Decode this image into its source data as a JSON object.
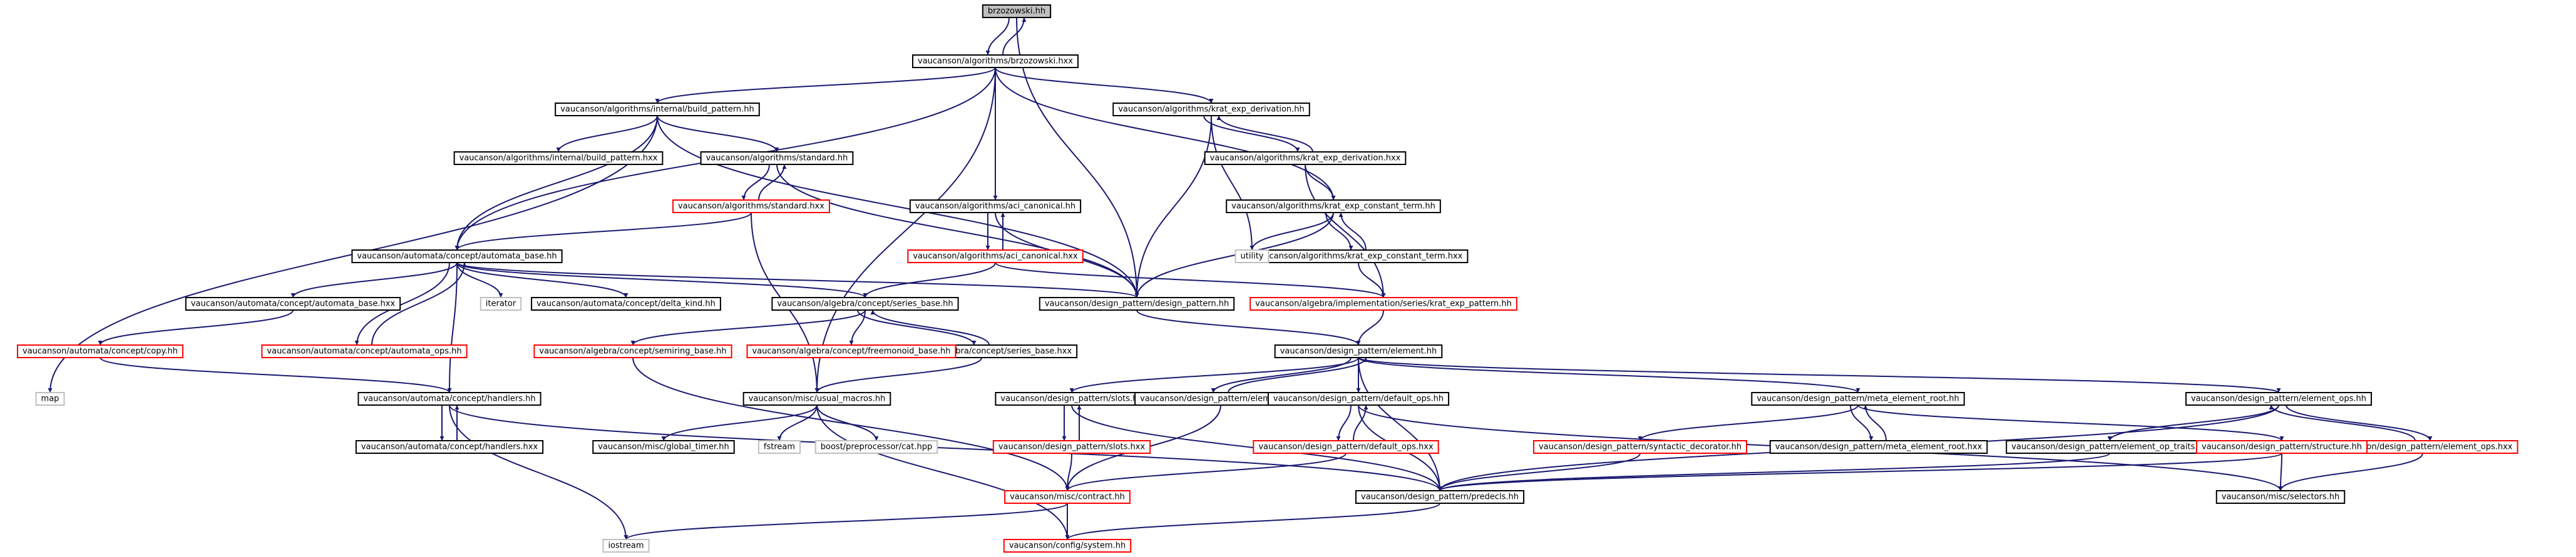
{
  "colors": {
    "edge": "#191970",
    "box_black": "#000000",
    "box_red": "#ff0000",
    "box_gray": "#bfbfbf",
    "root_fill": "#bfbfbf",
    "fill": "#ffffff"
  },
  "nodes": [
    {
      "id": "brz",
      "label": "brzozowski.hh",
      "border": "black",
      "root": true
    },
    {
      "id": "brzhxx",
      "label": "vaucanson/algorithms/brzozowski.hxx",
      "border": "black"
    },
    {
      "id": "buildpat",
      "label": "vaucanson/algorithms/internal/build_pattern.hh",
      "border": "black"
    },
    {
      "id": "buildpathxx",
      "label": "vaucanson/algorithms/internal/build_pattern.hxx",
      "border": "black"
    },
    {
      "id": "standard",
      "label": "vaucanson/algorithms/standard.hh",
      "border": "black"
    },
    {
      "id": "standardhxx",
      "label": "vaucanson/algorithms/standard.hxx",
      "border": "red"
    },
    {
      "id": "aci",
      "label": "vaucanson/algorithms/aci_canonical.hh",
      "border": "black"
    },
    {
      "id": "acihxx",
      "label": "vaucanson/algorithms/aci_canonical.hxx",
      "border": "red"
    },
    {
      "id": "kder",
      "label": "vaucanson/algorithms/krat_exp_derivation.hh",
      "border": "black"
    },
    {
      "id": "kderhxx",
      "label": "vaucanson/algorithms/krat_exp_derivation.hxx",
      "border": "black"
    },
    {
      "id": "kct",
      "label": "vaucanson/algorithms/krat_exp_constant_term.hh",
      "border": "black"
    },
    {
      "id": "kcthxx",
      "label": "vaucanson/algorithms/krat_exp_constant_term.hxx",
      "border": "black"
    },
    {
      "id": "utility",
      "label": "utility",
      "border": "gray"
    },
    {
      "id": "kratpat",
      "label": "vaucanson/algebra/implementation/series/krat_exp_pattern.hh",
      "border": "red"
    },
    {
      "id": "dpat",
      "label": "vaucanson/design_pattern/design_pattern.hh",
      "border": "black"
    },
    {
      "id": "abase",
      "label": "vaucanson/automata/concept/automata_base.hh",
      "border": "black"
    },
    {
      "id": "iterator",
      "label": "iterator",
      "border": "gray"
    },
    {
      "id": "delta",
      "label": "vaucanson/automata/concept/delta_kind.hh",
      "border": "black"
    },
    {
      "id": "abasehxx",
      "label": "vaucanson/automata/concept/automata_base.hxx",
      "border": "black"
    },
    {
      "id": "aops",
      "label": "vaucanson/automata/concept/automata_ops.hh",
      "border": "red"
    },
    {
      "id": "copy",
      "label": "vaucanson/automata/concept/copy.hh",
      "border": "red"
    },
    {
      "id": "map",
      "label": "map",
      "border": "gray"
    },
    {
      "id": "sbase",
      "label": "vaucanson/algebra/concept/series_base.hh",
      "border": "black"
    },
    {
      "id": "sbasehxx",
      "label": "vaucanson/algebra/concept/series_base.hxx",
      "border": "black"
    },
    {
      "id": "semiring",
      "label": "vaucanson/algebra/concept/semiring_base.hh",
      "border": "red"
    },
    {
      "id": "freemon",
      "label": "vaucanson/algebra/concept/freemonoid_base.hh",
      "border": "red"
    },
    {
      "id": "handlers",
      "label": "vaucanson/automata/concept/handlers.hh",
      "border": "black"
    },
    {
      "id": "handlershxx",
      "label": "vaucanson/automata/concept/handlers.hxx",
      "border": "black"
    },
    {
      "id": "usual",
      "label": "vaucanson/misc/usual_macros.hh",
      "border": "black"
    },
    {
      "id": "gtimer",
      "label": "vaucanson/misc/global_timer.hh",
      "border": "black"
    },
    {
      "id": "fstream",
      "label": "fstream",
      "border": "gray"
    },
    {
      "id": "boostcat",
      "label": "boost/preprocessor/cat.hpp",
      "border": "gray"
    },
    {
      "id": "slots",
      "label": "vaucanson/design_pattern/slots.hh",
      "border": "black"
    },
    {
      "id": "slotshxx",
      "label": "vaucanson/design_pattern/slots.hxx",
      "border": "red"
    },
    {
      "id": "element",
      "label": "vaucanson/design_pattern/element.hh",
      "border": "black"
    },
    {
      "id": "elementhxx",
      "label": "vaucanson/design_pattern/element.hxx",
      "border": "black"
    },
    {
      "id": "defops",
      "label": "vaucanson/design_pattern/default_ops.hh",
      "border": "black"
    },
    {
      "id": "defopshxx",
      "label": "vaucanson/design_pattern/default_ops.hxx",
      "border": "red"
    },
    {
      "id": "meta",
      "label": "vaucanson/design_pattern/meta_element_root.hh",
      "border": "black"
    },
    {
      "id": "metahxx",
      "label": "vaucanson/design_pattern/meta_element_root.hxx",
      "border": "black"
    },
    {
      "id": "syntactic",
      "label": "vaucanson/design_pattern/syntactic_decorator.hh",
      "border": "red"
    },
    {
      "id": "elops",
      "label": "vaucanson/design_pattern/element_ops.hh",
      "border": "black"
    },
    {
      "id": "elophxx",
      "label": "vaucanson/design_pattern/element_ops.hxx",
      "border": "red"
    },
    {
      "id": "optraits",
      "label": "vaucanson/design_pattern/element_op_traits.hh",
      "border": "black"
    },
    {
      "id": "structure",
      "label": "vaucanson/design_pattern/structure.hh",
      "border": "red"
    },
    {
      "id": "predecls",
      "label": "vaucanson/design_pattern/predecls.hh",
      "border": "black"
    },
    {
      "id": "selectors",
      "label": "vaucanson/misc/selectors.hh",
      "border": "black"
    },
    {
      "id": "contract",
      "label": "vaucanson/misc/contract.hh",
      "border": "red"
    },
    {
      "id": "iostream",
      "label": "iostream",
      "border": "gray"
    },
    {
      "id": "system",
      "label": "vaucanson/config/system.hh",
      "border": "red"
    }
  ],
  "edges": [
    [
      "brz",
      "brzhxx"
    ],
    [
      "brzhxx",
      "brz"
    ],
    [
      "brz",
      "dpat"
    ],
    [
      "brzhxx",
      "buildpat"
    ],
    [
      "brzhxx",
      "kder"
    ],
    [
      "brzhxx",
      "aci"
    ],
    [
      "brzhxx",
      "kct"
    ],
    [
      "brzhxx",
      "abase"
    ],
    [
      "brzhxx",
      "usual"
    ],
    [
      "buildpat",
      "buildpathxx"
    ],
    [
      "buildpat",
      "standard"
    ],
    [
      "buildpat",
      "abase"
    ],
    [
      "buildpat",
      "map"
    ],
    [
      "buildpat",
      "dpat"
    ],
    [
      "standard",
      "standardhxx"
    ],
    [
      "standardhxx",
      "standard"
    ],
    [
      "standard",
      "dpat"
    ],
    [
      "standardhxx",
      "abase"
    ],
    [
      "standardhxx",
      "usual"
    ],
    [
      "aci",
      "acihxx"
    ],
    [
      "acihxx",
      "aci"
    ],
    [
      "aci",
      "dpat"
    ],
    [
      "acihxx",
      "sbase"
    ],
    [
      "acihxx",
      "kratpat"
    ],
    [
      "kder",
      "kderhxx"
    ],
    [
      "kderhxx",
      "kder"
    ],
    [
      "kder",
      "utility"
    ],
    [
      "kder",
      "dpat"
    ],
    [
      "kderhxx",
      "kct"
    ],
    [
      "kderhxx",
      "kratpat"
    ],
    [
      "kct",
      "kcthxx"
    ],
    [
      "kcthxx",
      "kct"
    ],
    [
      "kct",
      "utility"
    ],
    [
      "kct",
      "dpat"
    ],
    [
      "kcthxx",
      "kratpat"
    ],
    [
      "abase",
      "iterator"
    ],
    [
      "abase",
      "delta"
    ],
    [
      "abase",
      "abasehxx"
    ],
    [
      "abase",
      "aops"
    ],
    [
      "abase",
      "dpat"
    ],
    [
      "abase",
      "sbase"
    ],
    [
      "abase",
      "handlers"
    ],
    [
      "aops",
      "abase"
    ],
    [
      "abasehxx",
      "copy"
    ],
    [
      "copy",
      "handlers"
    ],
    [
      "sbase",
      "sbasehxx"
    ],
    [
      "sbasehxx",
      "sbase"
    ],
    [
      "sbase",
      "semiring"
    ],
    [
      "sbase",
      "freemon"
    ],
    [
      "sbasehxx",
      "usual"
    ],
    [
      "semiring",
      "contract"
    ],
    [
      "handlers",
      "handlershxx"
    ],
    [
      "handlershxx",
      "handlers"
    ],
    [
      "handlers",
      "iostream"
    ],
    [
      "handlers",
      "predecls"
    ],
    [
      "usual",
      "gtimer"
    ],
    [
      "usual",
      "fstream"
    ],
    [
      "usual",
      "boostcat"
    ],
    [
      "usual",
      "system"
    ],
    [
      "dpat",
      "element"
    ],
    [
      "kratpat",
      "element"
    ],
    [
      "element",
      "slots"
    ],
    [
      "element",
      "elementhxx"
    ],
    [
      "elementhxx",
      "element"
    ],
    [
      "element",
      "defops"
    ],
    [
      "element",
      "meta"
    ],
    [
      "element",
      "elops"
    ],
    [
      "element",
      "predecls"
    ],
    [
      "slots",
      "slotshxx"
    ],
    [
      "slotshxx",
      "slots"
    ],
    [
      "slots",
      "predecls"
    ],
    [
      "slotshxx",
      "contract"
    ],
    [
      "elementhxx",
      "contract"
    ],
    [
      "defops",
      "defopshxx"
    ],
    [
      "defopshxx",
      "defops"
    ],
    [
      "defops",
      "predecls"
    ],
    [
      "defops",
      "selectors"
    ],
    [
      "defopshxx",
      "contract"
    ],
    [
      "meta",
      "metahxx"
    ],
    [
      "metahxx",
      "meta"
    ],
    [
      "meta",
      "syntactic"
    ],
    [
      "meta",
      "structure"
    ],
    [
      "syntactic",
      "predecls"
    ],
    [
      "elops",
      "optraits"
    ],
    [
      "elops",
      "elophxx"
    ],
    [
      "elophxx",
      "elops"
    ],
    [
      "elops",
      "predecls"
    ],
    [
      "elophxx",
      "selectors"
    ],
    [
      "optraits",
      "predecls"
    ],
    [
      "structure",
      "predecls"
    ],
    [
      "structure",
      "selectors"
    ],
    [
      "predecls",
      "system"
    ],
    [
      "contract",
      "iostream"
    ],
    [
      "contract",
      "system"
    ]
  ]
}
